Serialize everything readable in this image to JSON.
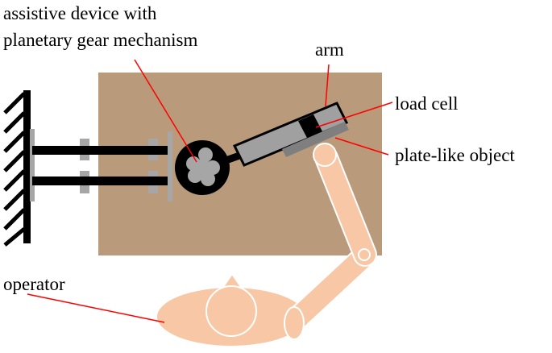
{
  "labels": {
    "device_line1": "assistive device with",
    "device_line2": "planetary gear mechanism",
    "arm": "arm",
    "load_cell": "load cell",
    "plate": "plate-like object",
    "operator": "operator"
  },
  "colors": {
    "table": "#b99b7c",
    "skin": "#f8c8a6",
    "skin_outline": "#ffffff",
    "metal_gray": "#a6a6a6",
    "arm_gray": "#a0a0a0",
    "plate_gray": "#7f7f7f",
    "black": "#000000",
    "leader_line": "#ff0000"
  }
}
